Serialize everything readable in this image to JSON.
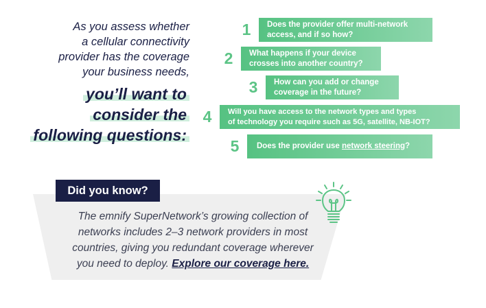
{
  "intro": {
    "lines": [
      "As you assess whether",
      "a cellular connectivity",
      "provider has the coverage",
      "your business needs,"
    ],
    "emphasis": [
      "you’ll want to",
      "consider the",
      "following questions:"
    ]
  },
  "questions": [
    {
      "number": "1",
      "line1": "Does the provider offer multi-network",
      "line2": "access, and if so how?"
    },
    {
      "number": "2",
      "line1": "What happens if your device",
      "line2": "crosses into another country?"
    },
    {
      "number": "3",
      "line1": "How can you add or change",
      "line2": "coverage in the future?"
    },
    {
      "number": "4",
      "line1": "Will you have access to the network types and types",
      "line2": "of technology you require such as 5G, satellite, NB-IOT?"
    },
    {
      "number": "5",
      "prefix": "Does the provider use ",
      "link": "network steering",
      "suffix": "?"
    }
  ],
  "did_you_know": {
    "title": "Did you know?",
    "lines": [
      "The emnify SuperNetwork’s growing collection of",
      "networks includes 2–3 network providers in most",
      "countries, giving you redundant coverage wherever",
      "you need to deploy. "
    ],
    "link": "Explore our coverage here."
  },
  "colors": {
    "navy": "#1a1f45",
    "green": "#5cc486",
    "highlight": "#cfeedd",
    "panel": "#efefef"
  },
  "icons": {
    "bulb": "lightbulb-icon"
  }
}
